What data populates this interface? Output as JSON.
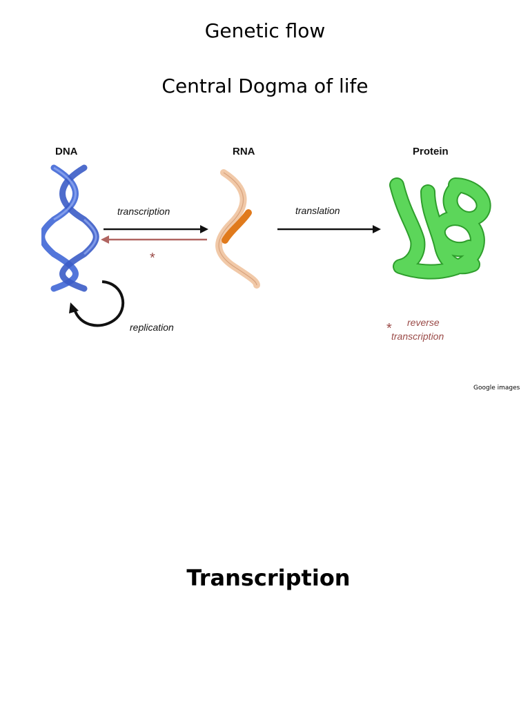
{
  "slide": {
    "title": "Genetic flow",
    "subtitle": "Central Dogma of life",
    "credit": "Google images",
    "section_heading": "Transcription"
  },
  "diagram": {
    "labels": {
      "dna": "DNA",
      "rna": "RNA",
      "protein": "Protein",
      "transcription": "transcription",
      "translation": "translation",
      "replication": "replication",
      "asterisk": "*",
      "reverse_line1": "reverse",
      "reverse_line2": "transcription"
    },
    "colors": {
      "dna": "#4a6fd8",
      "rna_light": "#f1c9a8",
      "rna_dark": "#e07a1c",
      "protein": "#5cd65a",
      "protein_outline": "#2e9e2c",
      "reverse": "#b06460",
      "arrow": "#000000"
    }
  }
}
